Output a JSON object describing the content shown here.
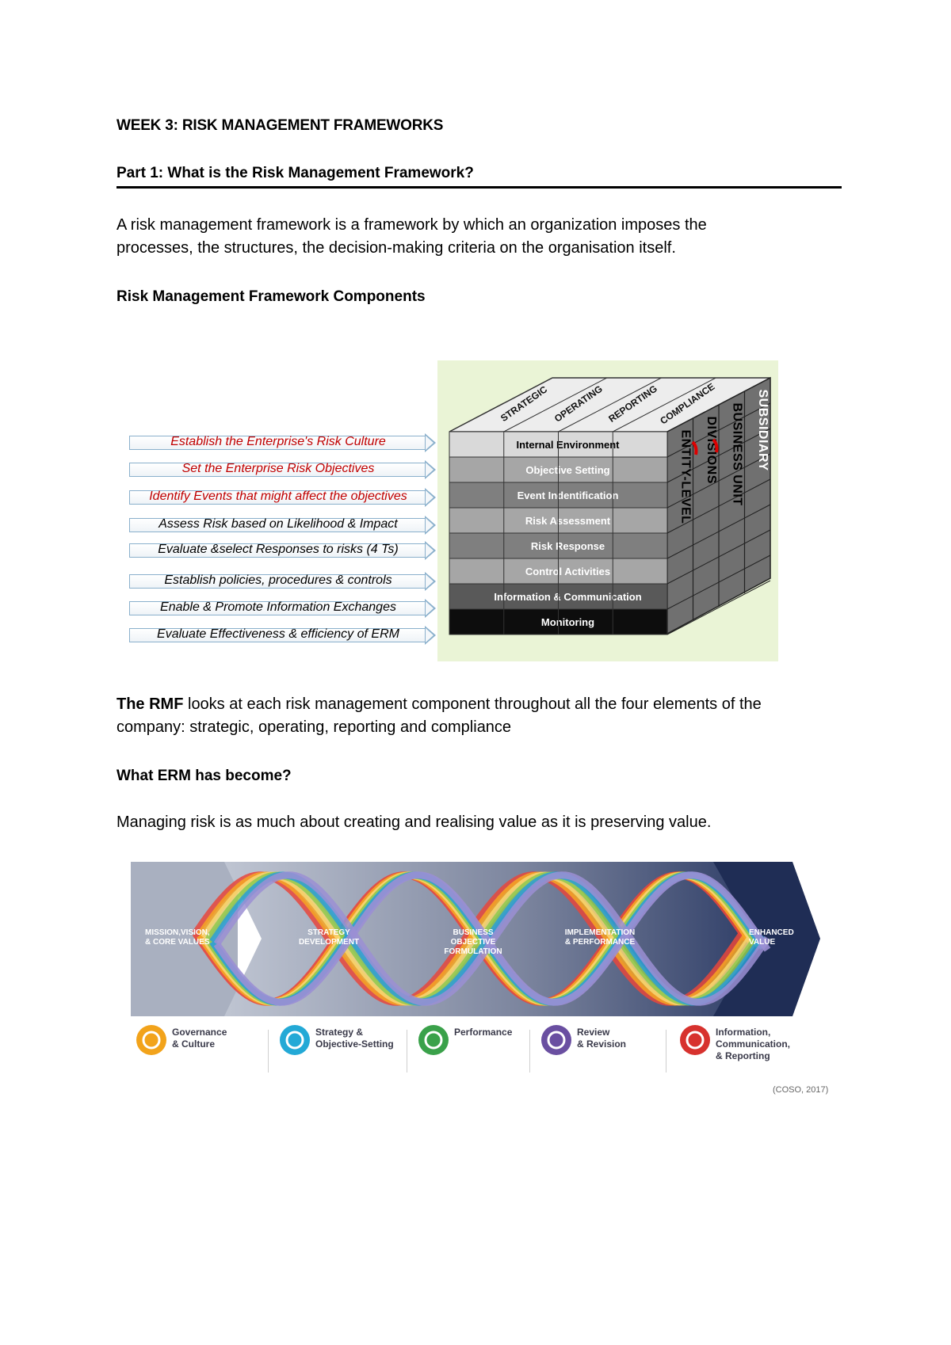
{
  "doc": {
    "title": "WEEK 3: RISK MANAGEMENT FRAMEWORKS",
    "part_heading": "Part 1: What is the Risk Management Framework?",
    "intro_line1": "A risk management framework is a framework by which an organization imposes the",
    "intro_line2": "processes, the structures, the decision-making criteria on the organisation itself.",
    "components_heading": "Risk Management Framework Components",
    "rmf_bold": "The RMF",
    "rmf_line1_rest": " looks at each risk management component throughout all the four elements of the",
    "rmf_line2": "company: strategic, operating, reporting and compliance",
    "erm_heading": "What ERM has become?",
    "erm_text": "Managing risk is as much about creating and realising value as it is preserving value."
  },
  "cube": {
    "top_labels": [
      "STRATEGIC",
      "OPERATING",
      "REPORTING",
      "COMPLIANCE"
    ],
    "side_labels": [
      "ENTITY-LEVEL",
      "DIVISIONS",
      "BUSINESS UNIT",
      "SUBSIDIARY"
    ],
    "rows": [
      {
        "label": "Internal Environment",
        "color": "#d9d9d9",
        "text": "#000000"
      },
      {
        "label": "Objective Setting",
        "color": "#a6a6a6",
        "text": "#ffffff"
      },
      {
        "label": "Event Indentification",
        "color": "#7f7f7f",
        "text": "#ffffff"
      },
      {
        "label": "Risk Assessment",
        "color": "#a6a6a6",
        "text": "#ffffff"
      },
      {
        "label": "Risk Response",
        "color": "#7f7f7f",
        "text": "#ffffff"
      },
      {
        "label": "Control Activities",
        "color": "#a6a6a6",
        "text": "#ffffff"
      },
      {
        "label": "Information & Communication",
        "color": "#595959",
        "text": "#ffffff"
      },
      {
        "label": "Monitoring",
        "color": "#0d0d0d",
        "text": "#ffffff"
      }
    ]
  },
  "arrows": [
    {
      "label": "Establish the Enterprise's Risk Culture",
      "color": "#c00000"
    },
    {
      "label": "Set the Enterprise Risk Objectives",
      "color": "#c00000"
    },
    {
      "label": "Identify Events that might affect the objectives",
      "color": "#c00000"
    },
    {
      "label": "Assess Risk based on Likelihood & Impact",
      "color": "#000000"
    },
    {
      "label": "Evaluate &select Responses to risks (4 Ts)",
      "color": "#000000"
    },
    {
      "label": "Establish policies, procedures & controls",
      "color": "#000000"
    },
    {
      "label": "Enable & Promote Information Exchanges",
      "color": "#000000"
    },
    {
      "label": "Evaluate Effectiveness & efficiency of ERM",
      "color": "#000000"
    }
  ],
  "dna": {
    "stages": [
      "MISSION,VISION,\n& CORE VALUES",
      "STRATEGY\nDEVELOPMENT",
      "BUSINESS\nOBJECTIVE\nFORMULATION",
      "IMPLEMENTATION\n& PERFORMANCE",
      "ENHANCED\nVALUE"
    ],
    "legend": [
      {
        "label": "Governance\n& Culture",
        "color": "#f2a31b",
        "icon": "people-icon"
      },
      {
        "label": "Strategy &\nObjective-Setting",
        "color": "#23a9d6",
        "icon": "gears-icon"
      },
      {
        "label": "Performance",
        "color": "#3aa14a",
        "icon": "magnifier-icon"
      },
      {
        "label": "Review\n& Revision",
        "color": "#6a4fa1",
        "icon": "document-icon"
      },
      {
        "label": "Information,\nCommunication,\n& Reporting",
        "color": "#d7322e",
        "icon": "bar-chart-icon"
      }
    ],
    "citation": "(COSO, 2017)"
  }
}
